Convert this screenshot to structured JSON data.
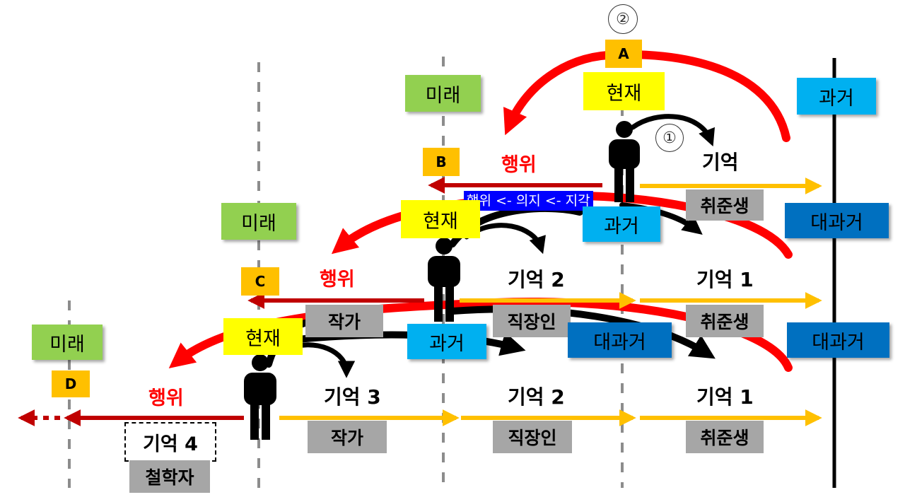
{
  "markers": {
    "a": "A",
    "b": "B",
    "c": "C",
    "d": "D"
  },
  "circled": {
    "one": "①",
    "two": "②"
  },
  "labels": {
    "future": "미래",
    "present": "현재",
    "past": "과거",
    "great_past": "대과거",
    "action": "행위",
    "memory": "기억",
    "memory_1": "기억 1",
    "memory_2": "기억 2",
    "memory_3": "기억 3",
    "memory_4": "기억 4"
  },
  "roles": {
    "job_seeker": "취준생",
    "office_worker": "직장인",
    "writer": "작가",
    "philosopher": "철학자"
  },
  "chain_label": "행위 <- 의지 <- 지각",
  "colors": {
    "red": "#ff0000",
    "dark_red": "#c00000",
    "gold": "#ffc000",
    "green": "#92d050",
    "yellow": "#ffff00",
    "sky": "#00b0f0",
    "navy": "#0070c0",
    "gray": "#a6a6a6",
    "blue": "#0000ff"
  },
  "icons": [
    "person-icon",
    "curved-arrow-icon",
    "timeline-arrow-icon"
  ]
}
